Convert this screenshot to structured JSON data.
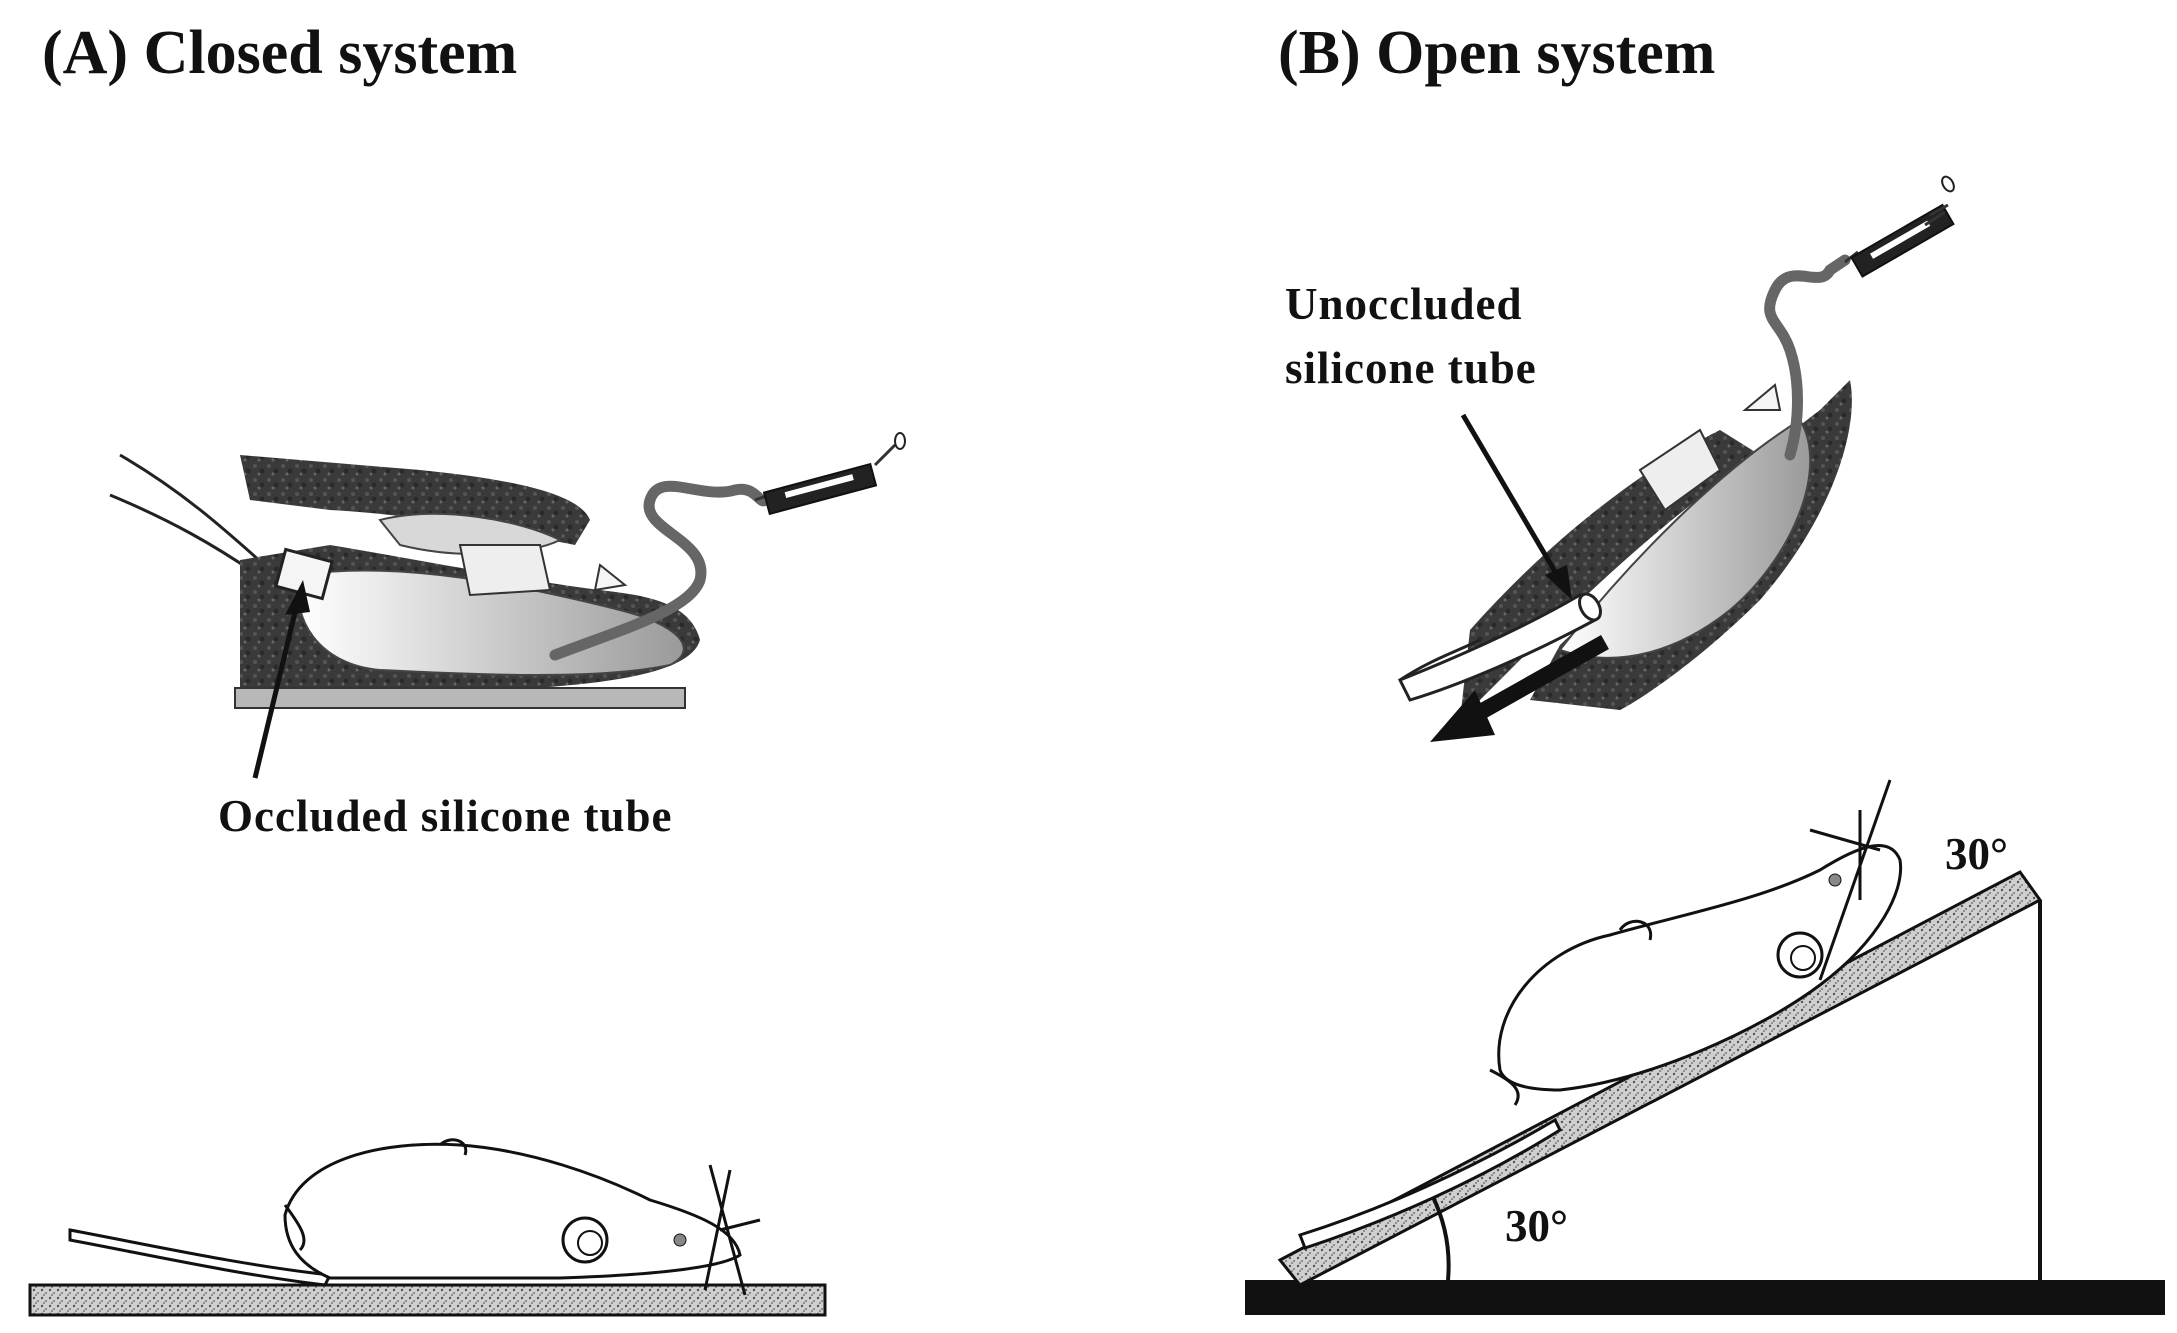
{
  "panels": {
    "a": {
      "title": "(A) Closed system",
      "callout": "Occluded silicone tube",
      "platform_color": "#b8b8b8"
    },
    "b": {
      "title": "(B) Open system",
      "callout_line1": "Unoccluded",
      "callout_line2": "silicone tube",
      "angle_top": "30°",
      "angle_bottom": "30°",
      "base_color": "#111111"
    }
  },
  "colors": {
    "tissue": "#3a3a3a",
    "organ": "#d8d8d8",
    "tube": "#666666",
    "ink": "#111111"
  }
}
